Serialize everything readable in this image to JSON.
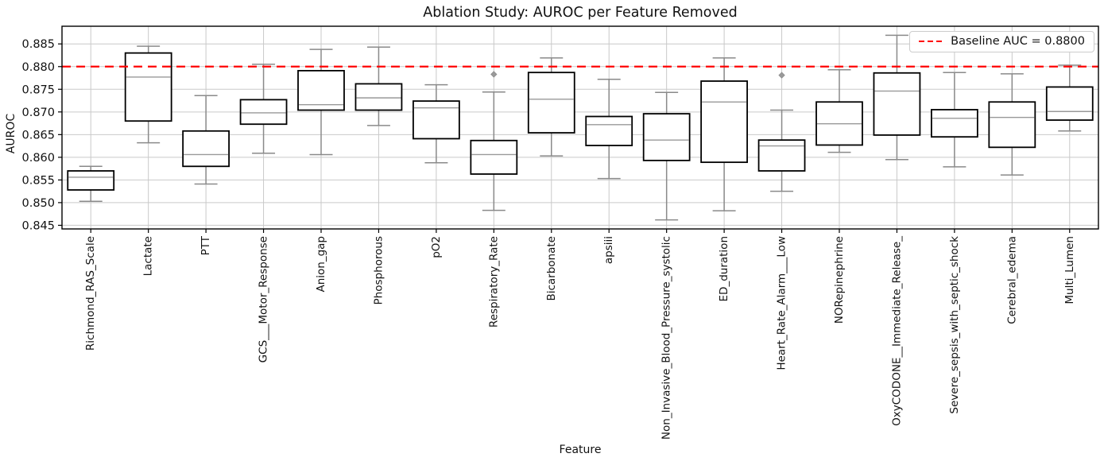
{
  "chart_data": {
    "type": "boxplot",
    "title": "Ablation Study: AUROC per Feature Removed",
    "xlabel": "Feature",
    "ylabel": "AUROC",
    "ylim": [
      0.8442,
      0.8889
    ],
    "yticks": [
      0.845,
      0.85,
      0.855,
      0.86,
      0.865,
      0.87,
      0.875,
      0.88,
      0.885
    ],
    "grid": true,
    "legend_position": "upper right",
    "baseline": {
      "value": 0.88,
      "label": "Baseline AUC = 0.8800",
      "color": "#ff0000",
      "style": "dashed"
    },
    "colors": {
      "box_edge": "#000000",
      "box_fill": "#ffffff",
      "whisker": "#8a8a8a",
      "median": "#999999",
      "flier": "#9a9a9a",
      "grid": "#c9c9c9",
      "spine": "#000000",
      "tick_text": "#111111"
    },
    "categories": [
      "Richmond_RAS_Scale",
      "Lactate",
      "PTT",
      "GCS___Motor_Response",
      "Anion_gap",
      "Phosphorous",
      "pO2",
      "Respiratory_Rate",
      "Bicarbonate",
      "apsiii",
      "Non_Invasive_Blood_Pressure_systolic",
      "ED_duration",
      "Heart_Rate_Alarm___Low",
      "NORepinephrine",
      "OxyCODONE__Immediate_Release_",
      "Severe_sepsis_with_septic_shock",
      "Cerebral_edema",
      "Multi_Lumen"
    ],
    "boxes": [
      {
        "category": "Richmond_RAS_Scale",
        "whislo": 0.8503,
        "q1": 0.8528,
        "med": 0.8556,
        "q3": 0.857,
        "whishi": 0.858,
        "fliers": []
      },
      {
        "category": "Lactate",
        "whislo": 0.8632,
        "q1": 0.868,
        "med": 0.8777,
        "q3": 0.883,
        "whishi": 0.8845,
        "fliers": []
      },
      {
        "category": "PTT",
        "whislo": 0.8541,
        "q1": 0.858,
        "med": 0.8606,
        "q3": 0.8658,
        "whishi": 0.8736,
        "fliers": []
      },
      {
        "category": "GCS___Motor_Response",
        "whislo": 0.8609,
        "q1": 0.8673,
        "med": 0.8698,
        "q3": 0.8727,
        "whishi": 0.8805,
        "fliers": []
      },
      {
        "category": "Anion_gap",
        "whislo": 0.8606,
        "q1": 0.8704,
        "med": 0.8716,
        "q3": 0.8791,
        "whishi": 0.8838,
        "fliers": []
      },
      {
        "category": "Phosphorous",
        "whislo": 0.867,
        "q1": 0.8704,
        "med": 0.8731,
        "q3": 0.8762,
        "whishi": 0.8843,
        "fliers": []
      },
      {
        "category": "pO2",
        "whislo": 0.8588,
        "q1": 0.8641,
        "med": 0.8709,
        "q3": 0.8724,
        "whishi": 0.876,
        "fliers": []
      },
      {
        "category": "Respiratory_Rate",
        "whislo": 0.8483,
        "q1": 0.8563,
        "med": 0.8606,
        "q3": 0.8637,
        "whishi": 0.8744,
        "fliers": [
          0.8783
        ]
      },
      {
        "category": "Bicarbonate",
        "whislo": 0.8603,
        "q1": 0.8654,
        "med": 0.8728,
        "q3": 0.8787,
        "whishi": 0.8819,
        "fliers": []
      },
      {
        "category": "apsiii",
        "whislo": 0.8553,
        "q1": 0.8626,
        "med": 0.8672,
        "q3": 0.869,
        "whishi": 0.8772,
        "fliers": []
      },
      {
        "category": "Non_Invasive_Blood_Pressure_systolic",
        "whislo": 0.8462,
        "q1": 0.8593,
        "med": 0.8638,
        "q3": 0.8696,
        "whishi": 0.8743,
        "fliers": []
      },
      {
        "category": "ED_duration",
        "whislo": 0.8482,
        "q1": 0.8589,
        "med": 0.8722,
        "q3": 0.8768,
        "whishi": 0.8819,
        "fliers": []
      },
      {
        "category": "Heart_Rate_Alarm___Low",
        "whislo": 0.8525,
        "q1": 0.857,
        "med": 0.8625,
        "q3": 0.8638,
        "whishi": 0.8704,
        "fliers": [
          0.8781
        ]
      },
      {
        "category": "NORepinephrine",
        "whislo": 0.8611,
        "q1": 0.8627,
        "med": 0.8674,
        "q3": 0.8722,
        "whishi": 0.8793,
        "fliers": []
      },
      {
        "category": "OxyCODONE__Immediate_Release_",
        "whislo": 0.8595,
        "q1": 0.8649,
        "med": 0.8746,
        "q3": 0.8786,
        "whishi": 0.8869,
        "fliers": []
      },
      {
        "category": "Severe_sepsis_with_septic_shock",
        "whislo": 0.8579,
        "q1": 0.8645,
        "med": 0.8686,
        "q3": 0.8705,
        "whishi": 0.8787,
        "fliers": []
      },
      {
        "category": "Cerebral_edema",
        "whislo": 0.8561,
        "q1": 0.8622,
        "med": 0.8688,
        "q3": 0.8722,
        "whishi": 0.8784,
        "fliers": []
      },
      {
        "category": "Multi_Lumen",
        "whislo": 0.8658,
        "q1": 0.8682,
        "med": 0.8701,
        "q3": 0.8755,
        "whishi": 0.8803,
        "fliers": []
      }
    ]
  }
}
